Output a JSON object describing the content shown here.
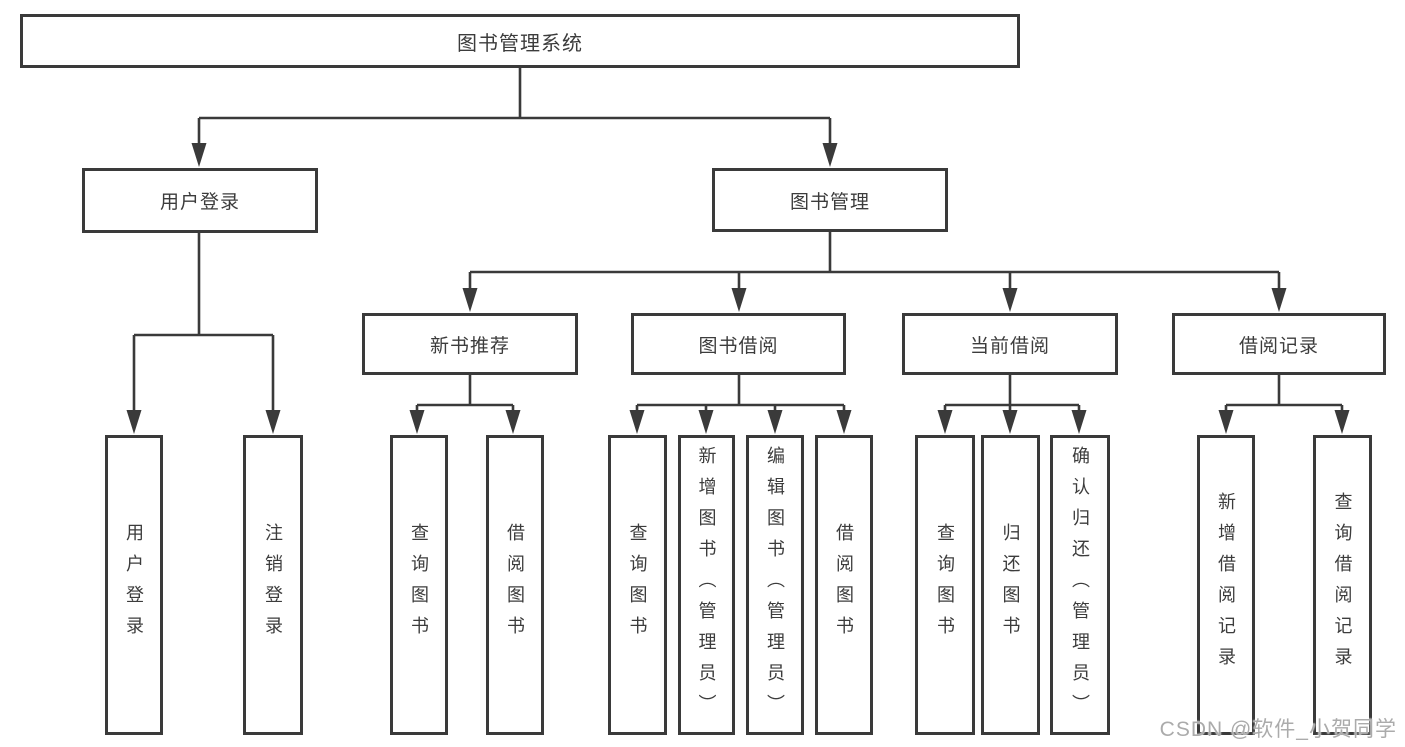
{
  "diagram": {
    "root": {
      "label": "图书管理系统"
    },
    "level2": [
      {
        "label": "用户登录"
      },
      {
        "label": "图书管理"
      }
    ],
    "level3": [
      {
        "label": "新书推荐"
      },
      {
        "label": "图书借阅"
      },
      {
        "label": "当前借阅"
      },
      {
        "label": "借阅记录"
      }
    ],
    "leaves": [
      {
        "label": "用户登录"
      },
      {
        "label": "注销登录"
      },
      {
        "label": "查询图书"
      },
      {
        "label": "借阅图书"
      },
      {
        "label": "查询图书"
      },
      {
        "label": "新增图书（管理员）"
      },
      {
        "label": "编辑图书（管理员）"
      },
      {
        "label": "借阅图书"
      },
      {
        "label": "查询图书"
      },
      {
        "label": "归还图书"
      },
      {
        "label": "确认归还（管理员）"
      },
      {
        "label": "新增借阅记录"
      },
      {
        "label": "查询借阅记录"
      }
    ]
  },
  "watermark": {
    "text": "CSDN @软件_小贺同学",
    "color": "#ababab"
  },
  "colors": {
    "line": "#3a3a3a",
    "box_border": "#3a3a3a",
    "text": "#3c3c3c",
    "background": "#ffffff"
  }
}
